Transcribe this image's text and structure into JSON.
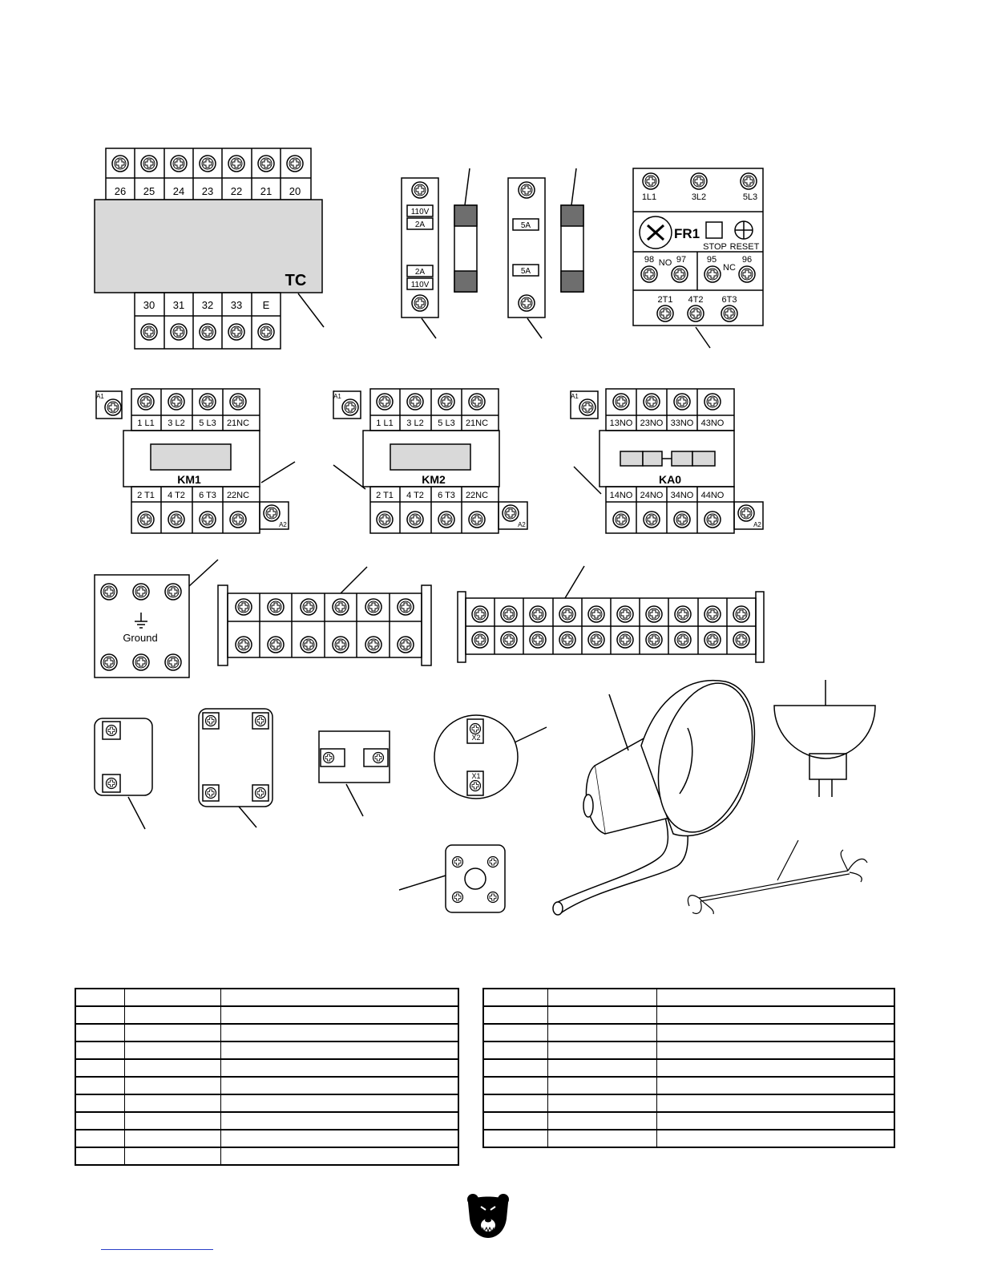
{
  "colors": {
    "ink": "#000000",
    "fill_gray": "#d9d9d9",
    "fuse_cap": "#6e6e6e",
    "link_blue": "#2a3fc8"
  },
  "transformer": {
    "label": "TC",
    "top_terminals": [
      "26",
      "25",
      "24",
      "23",
      "22",
      "21",
      "20"
    ],
    "bottom_terminals": [
      "30",
      "31",
      "32",
      "33",
      "E"
    ]
  },
  "fuse_holder_1": {
    "top_rating": [
      "110V",
      "2A"
    ],
    "bottom_rating": [
      "2A",
      "110V"
    ]
  },
  "fuse_holder_2": {
    "top_rating": "5A",
    "bottom_rating": "5A"
  },
  "overload_relay": {
    "label": "FR1",
    "top_terminals": [
      "1L1",
      "3L2",
      "5L3"
    ],
    "button_labels": [
      "STOP",
      "RESET"
    ],
    "no_terminals": [
      "98",
      "97"
    ],
    "no_label": "NO",
    "nc_terminals": [
      "95",
      "96"
    ],
    "nc_label": "NC",
    "bottom_terminals": [
      "2T1",
      "4T2",
      "6T3"
    ]
  },
  "contactors": [
    {
      "label": "KM1",
      "top_terminals": [
        "1 L1",
        "3 L2",
        "5 L3",
        "21NC"
      ],
      "bottom_terminals": [
        "2 T1",
        "4 T2",
        "6 T3",
        "22NC"
      ],
      "coil_a1": "A1",
      "coil_a2": "A2"
    },
    {
      "label": "KM2",
      "top_terminals": [
        "1 L1",
        "3 L2",
        "5 L3",
        "21NC"
      ],
      "bottom_terminals": [
        "2 T1",
        "4 T2",
        "6 T3",
        "22NC"
      ],
      "coil_a1": "A1",
      "coil_a2": "A2"
    },
    {
      "label": "KA0",
      "top_terminals": [
        "13NO",
        "23NO",
        "33NO",
        "43NO"
      ],
      "bottom_terminals": [
        "14NO",
        "24NO",
        "34NO",
        "44NO"
      ],
      "coil_a1": "A1",
      "coil_a2": "A2"
    }
  ],
  "ground_block": {
    "label": "Ground"
  },
  "round_lamp_holder": {
    "terminals": [
      "X2",
      "X1"
    ]
  },
  "tables": {
    "left": {
      "columns": 3,
      "rows": 10
    },
    "right": {
      "columns": 3,
      "rows": 9
    }
  }
}
